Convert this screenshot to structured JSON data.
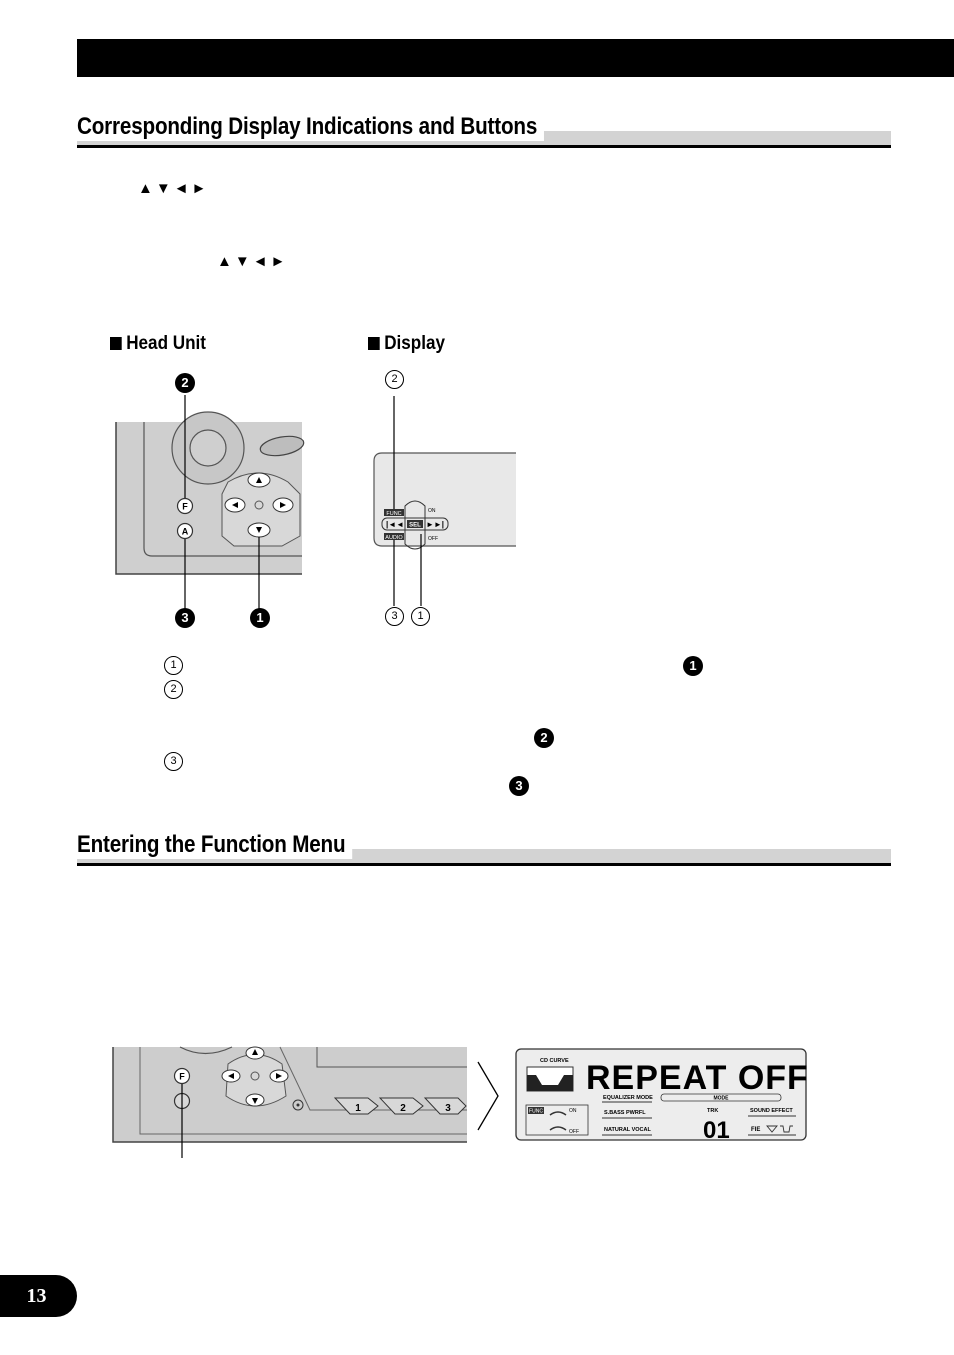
{
  "sections": {
    "display_buttons_title": "Corresponding Display Indications and Buttons",
    "function_menu_title": "Entering the Function Menu"
  },
  "arrow_symbols": "▲▼◄►",
  "subheads": {
    "head_unit": "Head Unit",
    "display": "Display"
  },
  "callouts": {
    "black": [
      "1",
      "2",
      "3"
    ],
    "white": [
      "1",
      "2",
      "3"
    ]
  },
  "display_labels": {
    "func": "FUNC",
    "audio": "AUDIO",
    "sel": "SEL",
    "on": "ON",
    "off": "OFF"
  },
  "unit_buttons": {
    "f": "F",
    "a": "A",
    "preset": [
      "1",
      "2",
      "3"
    ]
  },
  "lcd": {
    "main_text": "REPEAT OFF",
    "cd_curve": "CD CURVE",
    "func": "FUNC",
    "on": "ON",
    "off": "OFF",
    "equalizer_mode": "EQUALIZER MODE",
    "mode": "MODE",
    "sbass": "S.BASS  PWRFL",
    "natural_vocal": "NATURAL  VOCAL",
    "trk": "TRK",
    "track_number": "01",
    "sound_effect": "SOUND EFFECT",
    "fie": "FIE"
  },
  "page_number": "13"
}
